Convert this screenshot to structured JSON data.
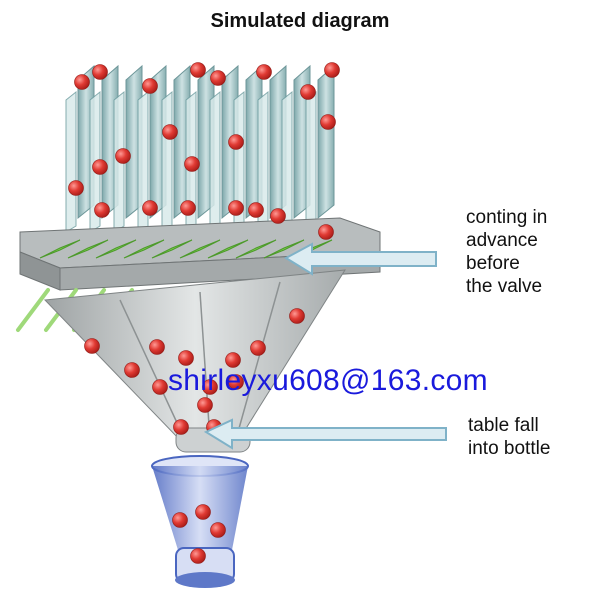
{
  "title": "Simulated diagram",
  "annotations": {
    "valve_note": [
      "conting in",
      "advance",
      "before",
      "the valve"
    ],
    "fall_note": [
      "table fall",
      "into bottle"
    ]
  },
  "watermark": "shirleyxu608@163.com",
  "colors": {
    "tablet": "#d8322f",
    "channel": "#8fb5b8",
    "valve_bar": "#7fd34f",
    "funnel": "#bfc3c4",
    "bottle": "#5e78c8",
    "watermark": "#1a1adc",
    "arrow": "#7fb2c8"
  }
}
